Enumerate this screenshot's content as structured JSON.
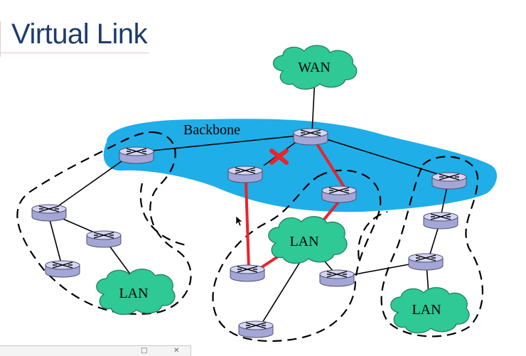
{
  "title": "Virtual Link",
  "labels": {
    "wan": "WAN",
    "backbone": "Backbone",
    "lan_center": "LAN",
    "lan_left": "LAN",
    "lan_right": "LAN"
  },
  "colors": {
    "backbone_fill": "#20aee8",
    "cloud_fill": "#2ec994",
    "router_fill": "#c6c8ee",
    "virtual_link": "#e8242c",
    "title_text": "#1f3a6e"
  },
  "icons": {
    "router": "router-icon",
    "failed_link": "x-mark-icon",
    "minimize": "minimize-icon",
    "close": "close-icon"
  }
}
